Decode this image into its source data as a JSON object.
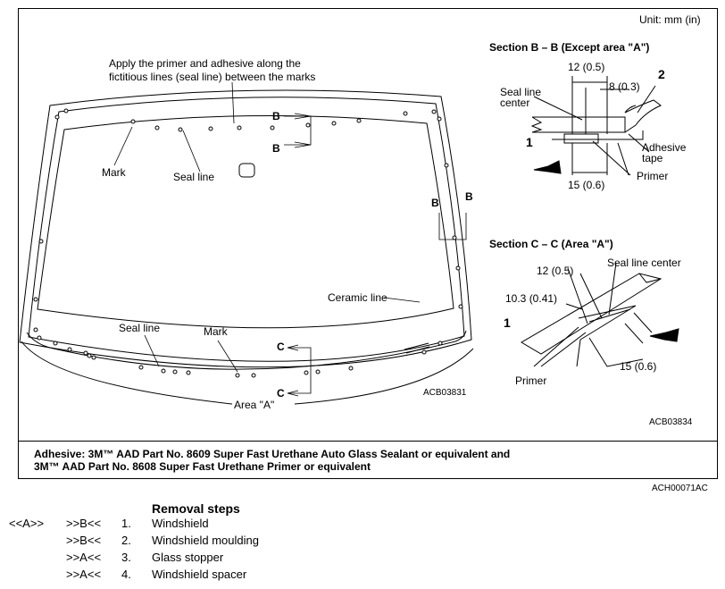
{
  "unit_label": "Unit: mm (in)",
  "main_view": {
    "instruction_line1": "Apply the primer and adhesive along the",
    "instruction_line2": "fictitious lines (seal line) between the marks",
    "label_mark_top": "Mark",
    "label_seal_line_top": "Seal line",
    "label_ceramic_line": "Ceramic line",
    "label_seal_line_bottom": "Seal line",
    "label_mark_bottom": "Mark",
    "label_area_a": "Area \"A\"",
    "section_b_letter": "B",
    "section_c_letter": "C",
    "figure_code": "ACB03831"
  },
  "section_bb": {
    "title": "Section B – B (Except area \"A\")",
    "dim_12": "12 (0.5)",
    "dim_8": "8 (0.3)",
    "dim_15": "15 (0.6)",
    "label_seal_line_center_1": "Seal line",
    "label_seal_line_center_2": "center",
    "label_adhesive_tape_1": "Adhesive",
    "label_adhesive_tape_2": "tape",
    "label_primer": "Primer",
    "callout_1": "1",
    "callout_2": "2"
  },
  "section_cc": {
    "title": "Section C – C (Area \"A\")",
    "dim_12": "12 (0.5)",
    "dim_10": "10.3 (0.41)",
    "dim_15": "15 (0.6)",
    "label_seal_line_center": "Seal line center",
    "label_primer": "Primer",
    "callout_1": "1",
    "figure_code": "ACB03834"
  },
  "adhesive_note_line1": "Adhesive: 3M™ AAD Part No. 8609 Super Fast Urethane Auto Glass Sealant or equivalent and",
  "adhesive_note_line2": "3M™ AAD Part No. 8608 Super Fast Urethane Primer or equivalent",
  "figure_id": "ACH00071AC",
  "removal": {
    "title": "Removal steps",
    "steps": [
      {
        "install": "<<A>>",
        "removal": ">>B<<",
        "number": "1.",
        "name": "Windshield"
      },
      {
        "install": "",
        "removal": ">>B<<",
        "number": "2.",
        "name": "Windshield moulding"
      },
      {
        "install": "",
        "removal": ">>A<<",
        "number": "3.",
        "name": "Glass stopper"
      },
      {
        "install": "",
        "removal": ">>A<<",
        "number": "4.",
        "name": "Windshield spacer"
      }
    ]
  }
}
